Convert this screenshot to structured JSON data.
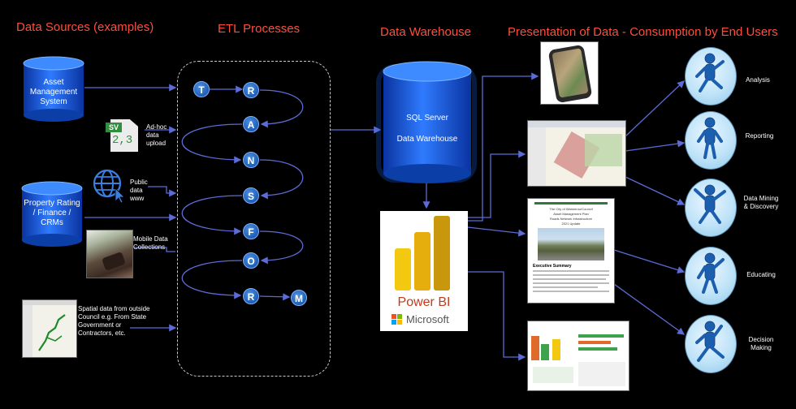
{
  "headers": {
    "sources": "Data Sources (examples)",
    "etl": "ETL Processes",
    "warehouse": "Data Warehouse",
    "presentation": "Presentation of Data - Consumption by End Users"
  },
  "sources": {
    "asset_db": "Asset Management System",
    "csv_label": "Ad-hoc data upload",
    "csv_icon_text": "SV",
    "csv_icon_num": "2,3",
    "public_label": "Public data www",
    "property_db": "Property Rating / Finance / CRMs",
    "mobile_label": "Mobile Data Collections",
    "spatial_label": "Spatial data from outside Council e.g. From State Government or Contractors, etc."
  },
  "etl_letters": [
    "T",
    "R",
    "A",
    "N",
    "S",
    "F",
    "O",
    "R",
    "M"
  ],
  "warehouse": {
    "line1": "SQL Server",
    "line2": "Data Warehouse"
  },
  "powerbi": {
    "title": "Power BI",
    "vendor": "Microsoft"
  },
  "report_doc": {
    "org": "The City of Wanneroo/Council",
    "title": "Asset Management Plan",
    "subtitle": "Roads Network Infrastructure",
    "year": "2021 Update",
    "section": "Executive Summary"
  },
  "consumers": [
    "Analysis",
    "Reporting",
    "Data Mining & Discovery",
    "Educating",
    "Decision Making"
  ],
  "colors": {
    "header": "#ff4d3d",
    "arrow": "#5c6bd6",
    "cylinder": "#1f5fd1",
    "person": "#bfe3f8"
  }
}
